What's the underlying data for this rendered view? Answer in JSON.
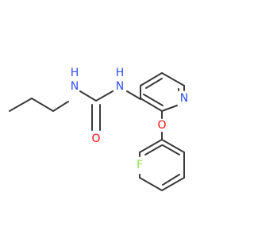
{
  "molecule": {
    "atoms": {
      "urea_nh_left": {
        "element": "N",
        "label": "N",
        "hydrogen": "H"
      },
      "urea_o": {
        "element": "O",
        "label": "O"
      },
      "urea_nh_right": {
        "element": "N",
        "label": "N",
        "hydrogen": "H"
      },
      "pyridine_n": {
        "element": "N",
        "label": "N"
      },
      "ether_o": {
        "element": "O",
        "label": "O"
      },
      "fluorine": {
        "element": "F",
        "label": "F"
      }
    },
    "colors": {
      "bond": "#3a3a3a",
      "nitrogen": "#3050F8",
      "oxygen": "#FF0D0D",
      "fluorine": "#90E050"
    }
  }
}
